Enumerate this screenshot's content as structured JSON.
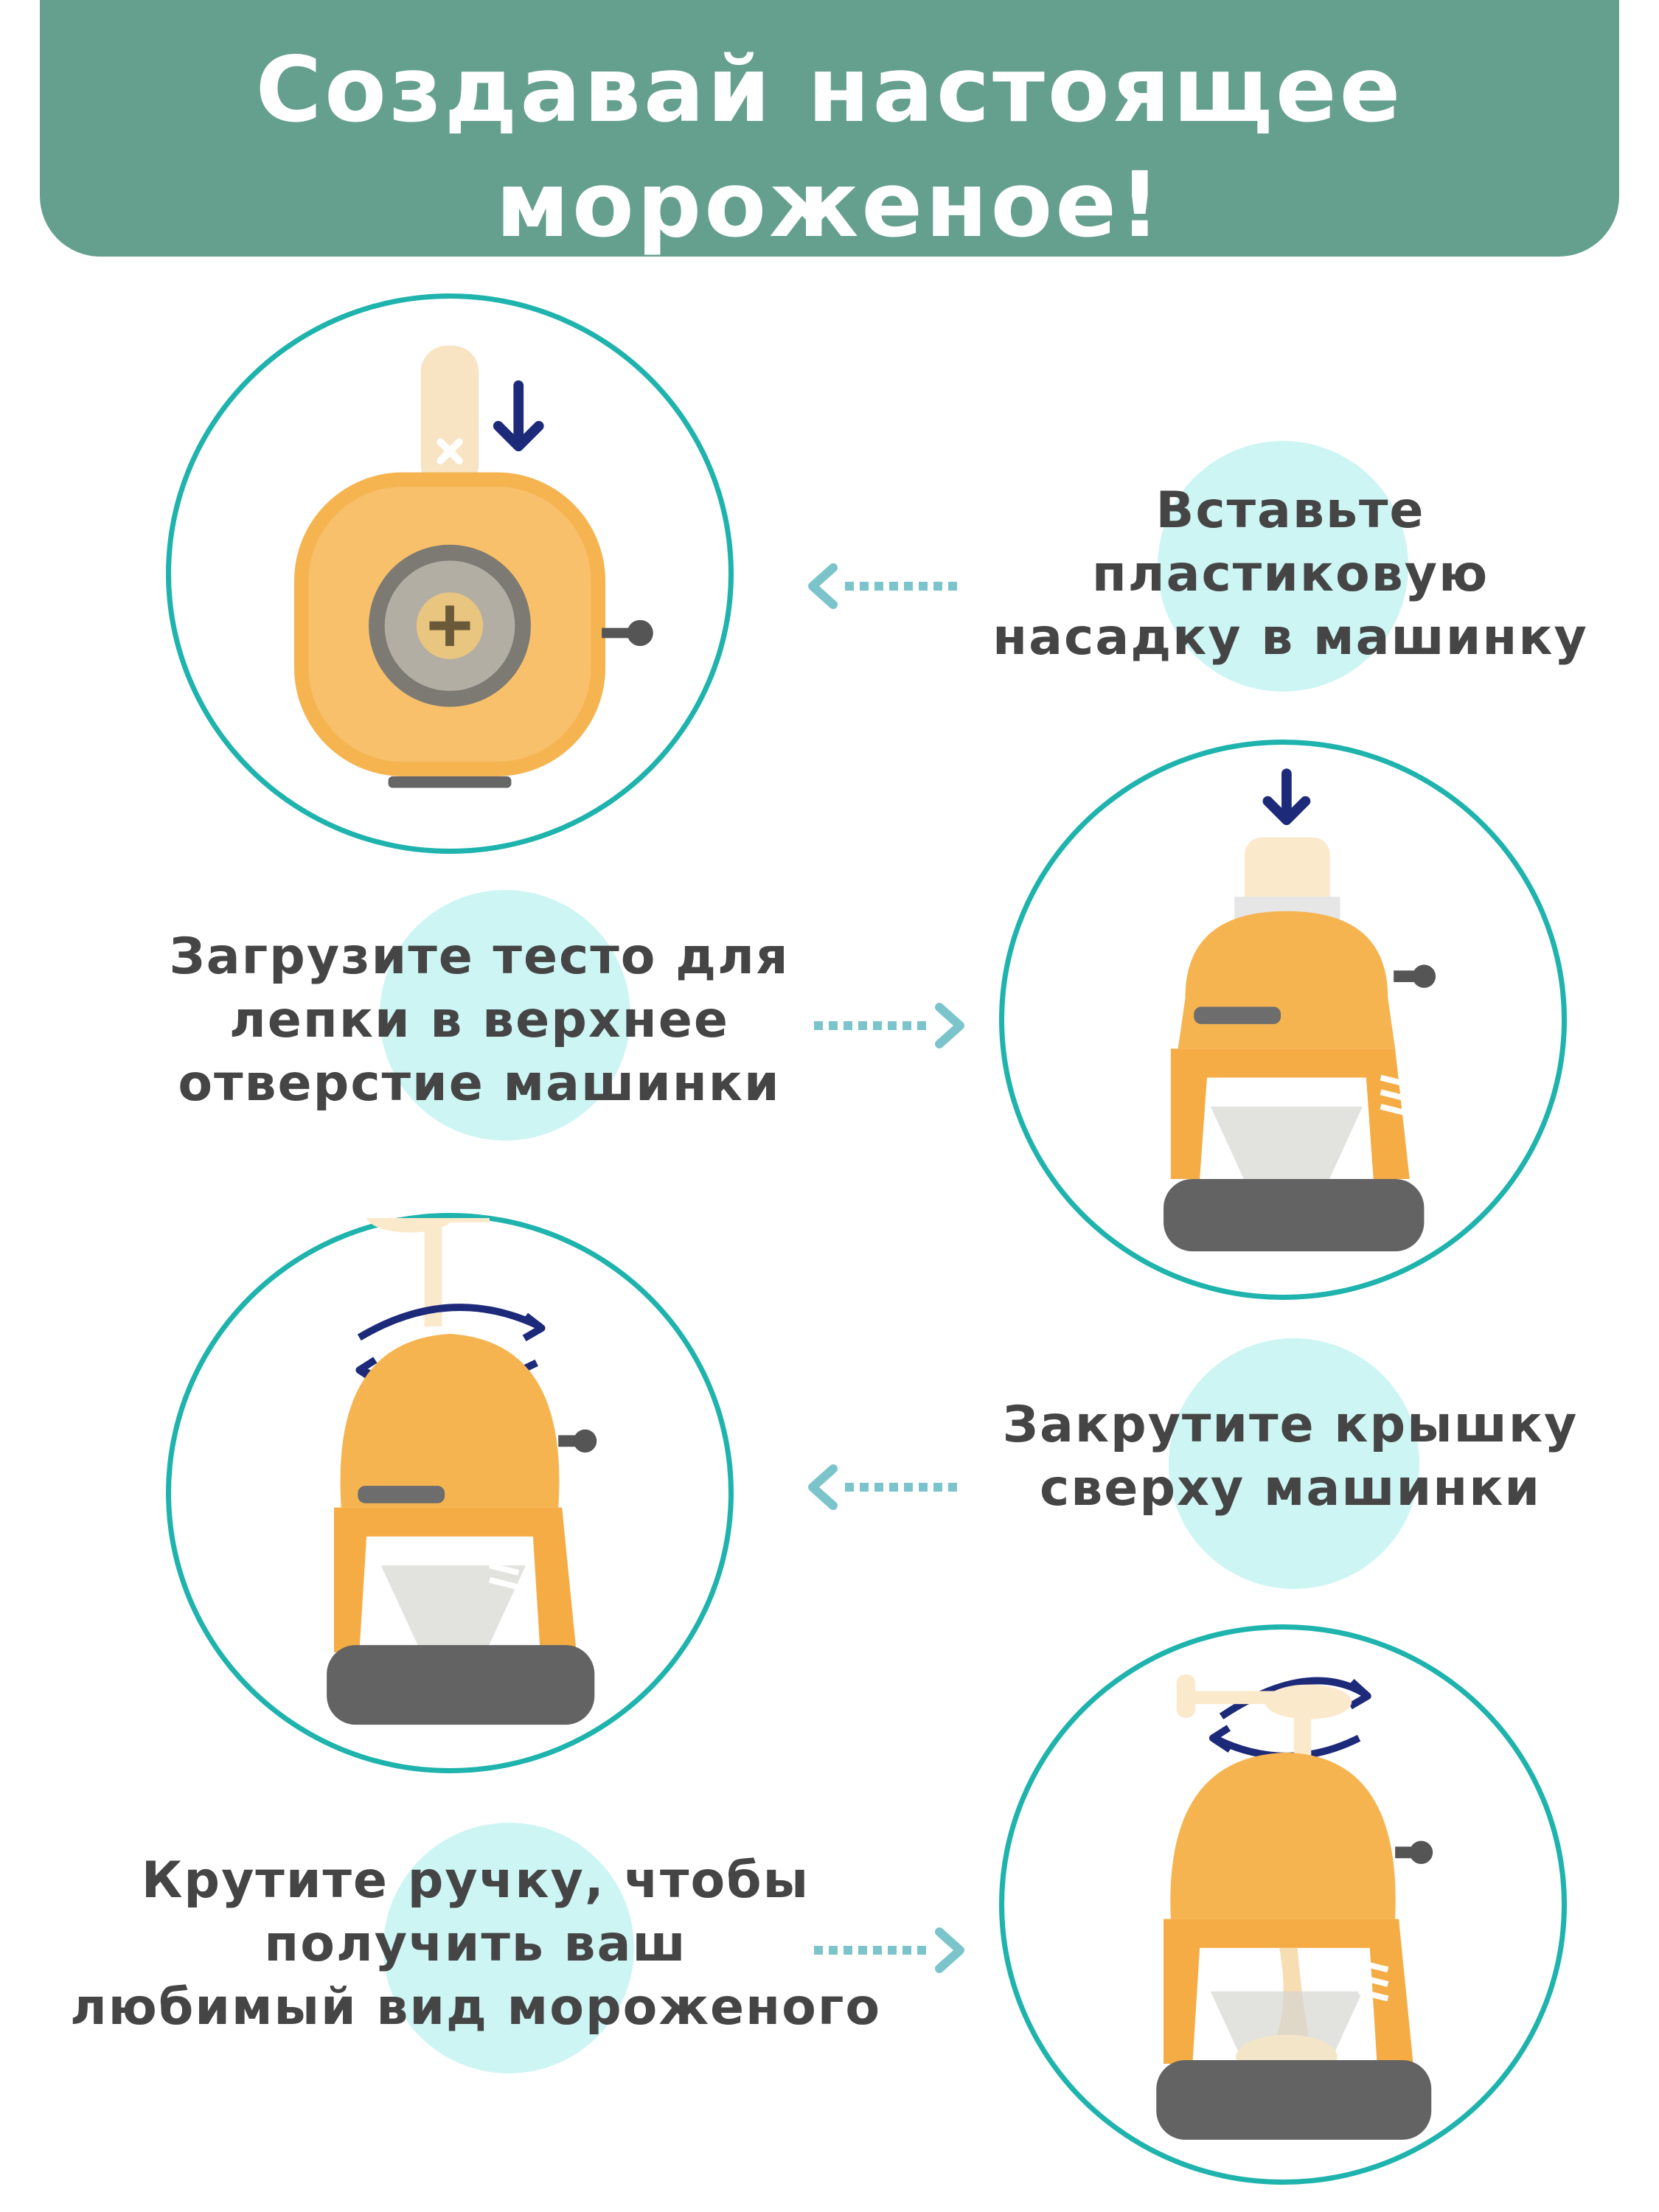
{
  "header": {
    "title_line1": "Создавай настоящее",
    "title_line2": "мороженое!"
  },
  "steps": [
    {
      "lines": [
        "Вставьте",
        "пластиковую",
        "насадку в машинку"
      ],
      "image": "machine-top-view-with-nozzle",
      "pointer": "left-arrow-icon"
    },
    {
      "lines": [
        "Загрузите тесто для",
        "лепки в верхнее",
        "отверстие машинки"
      ],
      "image": "machine-loading-dough",
      "pointer": "right-arrow-icon"
    },
    {
      "lines": [
        "Закрутите крышку",
        "сверху машинки"
      ],
      "image": "machine-screwing-lid",
      "pointer": "left-arrow-icon"
    },
    {
      "lines": [
        "Крутите ручку, чтобы",
        "получить ваш",
        "любимый вид мороженого"
      ],
      "image": "machine-turning-handle",
      "pointer": "right-arrow-icon"
    }
  ],
  "colors": {
    "banner": "#65a08f",
    "ring": "#1fb3ad",
    "blob": "#cdf5f4",
    "text": "#454545",
    "machine": "#f6b451",
    "arrow_dark": "#1d2a7a",
    "pointer": "#7cc4cb"
  }
}
